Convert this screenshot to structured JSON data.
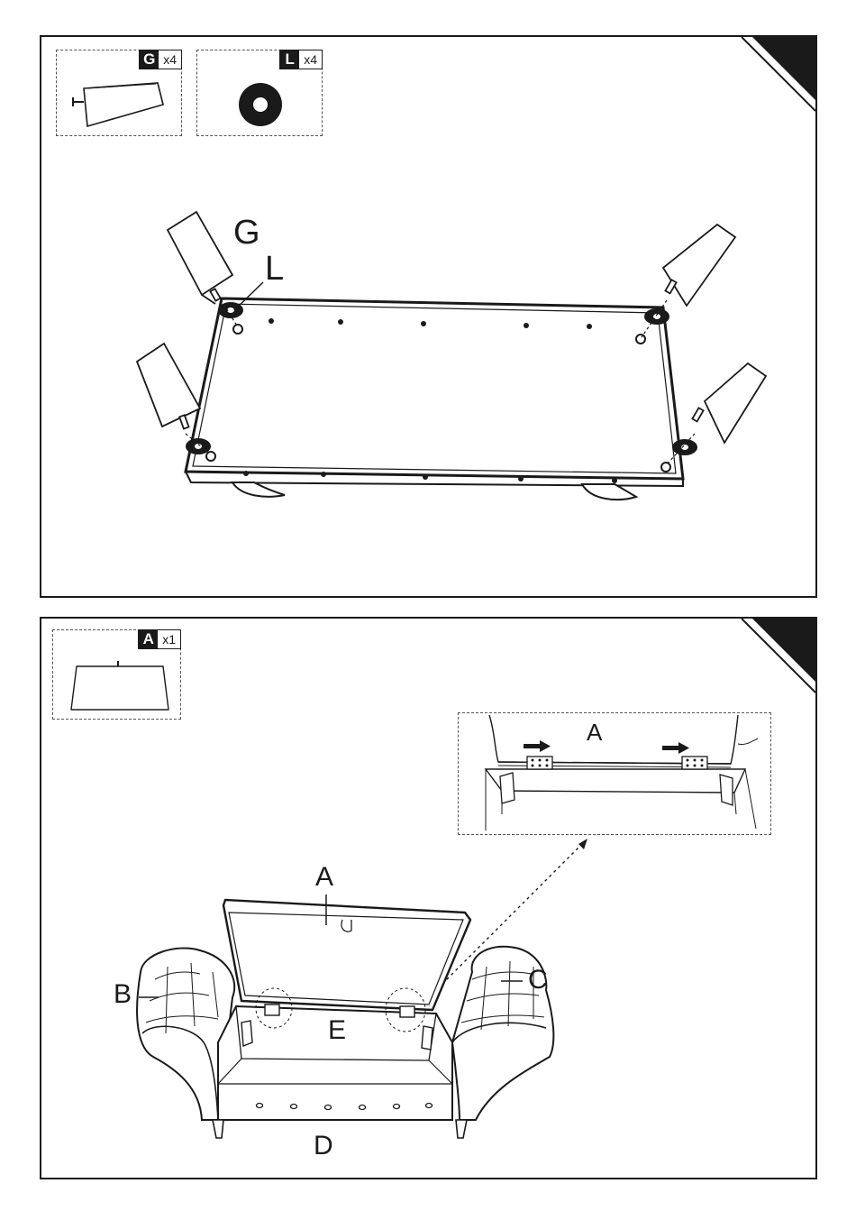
{
  "step1": {
    "parts": [
      {
        "letter": "G",
        "qty": "x4"
      },
      {
        "letter": "L",
        "qty": "x4"
      }
    ],
    "callouts": {
      "g": "G",
      "l": "L"
    }
  },
  "step2": {
    "parts": [
      {
        "letter": "A",
        "qty": "x1"
      }
    ],
    "detail_label": "A",
    "callouts": {
      "a": "A",
      "b": "B",
      "c": "C",
      "d": "D",
      "e": "E"
    }
  }
}
